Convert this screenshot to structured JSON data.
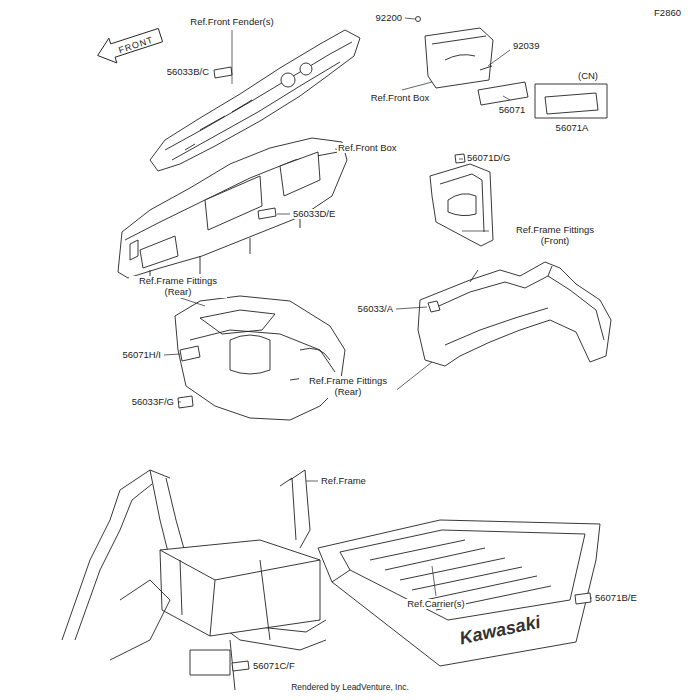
{
  "diagram": {
    "labels": [
      "F2860",
      "FRONT",
      "Ref.Front Fender(s)",
      "92200",
      "92039",
      "Ref.Front Box",
      "56071",
      "(CN)",
      "56071A",
      "56033B/C",
      "Ref.Front Box",
      "56071D/G",
      "56033D/E",
      "Ref.Frame Fittings (Front)",
      "Ref.Frame Fittings (Rear)",
      "56033/A",
      "56071H/I",
      "Ref.Frame Fittings (Rear)",
      "56033F/G",
      "Ref.Frame",
      "56071B/E",
      "Ref.Carrier(s)",
      "56071C/F",
      "Kawasaki",
      "Rendered by LeadVenture, Inc."
    ]
  }
}
